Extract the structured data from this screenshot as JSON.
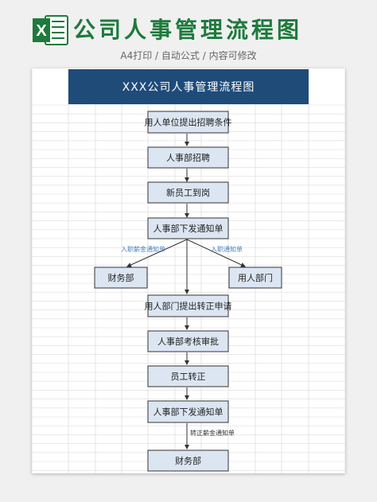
{
  "banner": {
    "title": "公司人事管理流程图",
    "subtitle": "A4打印 / 自动公式 / 内容可修改",
    "icon_letter": "X",
    "icon": "excel-icon",
    "icon_color": "#1e7a3c"
  },
  "sheet": {
    "title": "XXX公司人事管理流程图",
    "title_bg": "#1f4b79"
  },
  "flow": {
    "node_fill": "#dce6f2",
    "node_stroke": "#333333",
    "nodes": [
      {
        "id": "n1",
        "label": "用人单位提出招聘条件"
      },
      {
        "id": "n2",
        "label": "人事部招聘"
      },
      {
        "id": "n3",
        "label": "新员工到岗"
      },
      {
        "id": "n4",
        "label": "人事部下发通知单"
      },
      {
        "id": "n5",
        "label": "财务部"
      },
      {
        "id": "n6",
        "label": "用人部门"
      },
      {
        "id": "n7",
        "label": "用人部门提出转正申请"
      },
      {
        "id": "n8",
        "label": "人事部考核审批"
      },
      {
        "id": "n9",
        "label": "员工转正"
      },
      {
        "id": "n10",
        "label": "人事部下发通知单"
      },
      {
        "id": "n11",
        "label": "财务部"
      }
    ],
    "edge_labels": {
      "to_finance": "入职薪金通知单",
      "to_dept": "入职通知单",
      "regular_pay": "转正薪金通知单"
    },
    "edge_label_color_blue": "#4a7fc0",
    "edge_label_color_dark": "#333333"
  }
}
